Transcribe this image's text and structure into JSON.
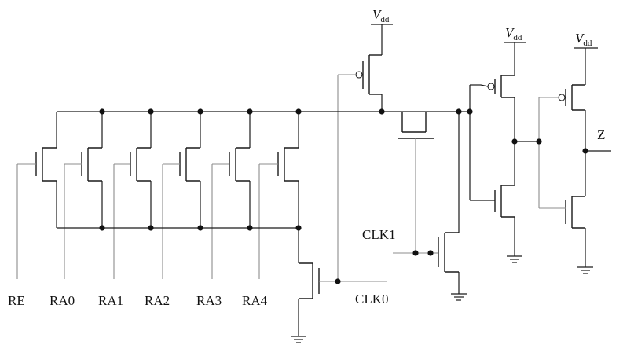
{
  "inputs": {
    "re": "RE",
    "ra0": "RA0",
    "ra1": "RA1",
    "ra2": "RA2",
    "ra3": "RA3",
    "ra4": "RA4"
  },
  "clocks": {
    "clk0": "CLK0",
    "clk1": "CLK1"
  },
  "supply": {
    "vdd_main": "V",
    "vdd_sub": "dd"
  },
  "output": {
    "z": "Z"
  }
}
